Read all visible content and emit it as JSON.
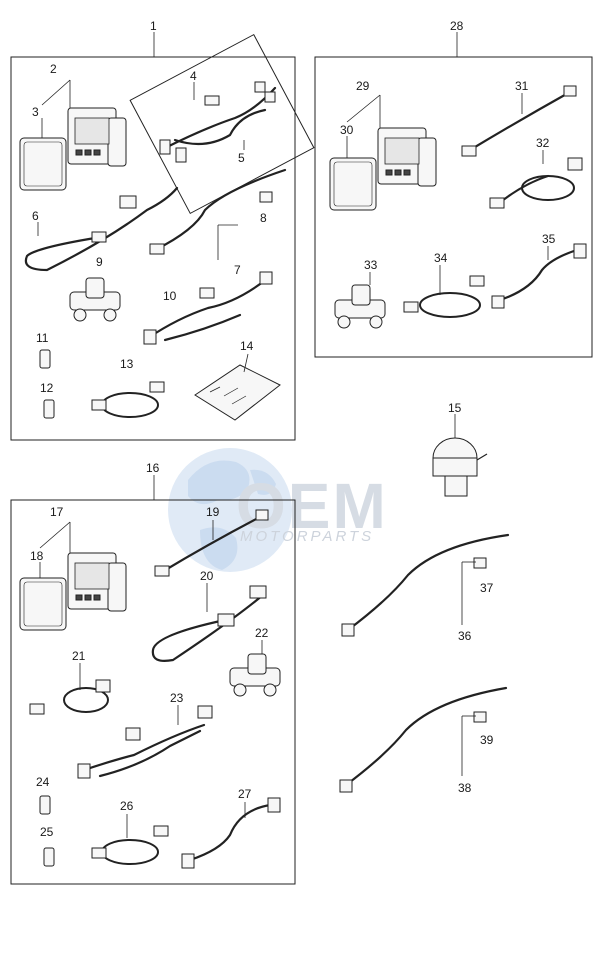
{
  "diagram": {
    "watermark": {
      "brand": "OEM",
      "sub": "MOTORPARTS",
      "globe_color": "#cfe0f4"
    },
    "callouts": {
      "c1": "1",
      "c2": "2",
      "c3": "3",
      "c4": "4",
      "c5": "5",
      "c6": "6",
      "c7": "7",
      "c8": "8",
      "c9": "9",
      "c10": "10",
      "c11": "11",
      "c12": "12",
      "c13": "13",
      "c14": "14",
      "c15": "15",
      "c16": "16",
      "c17": "17",
      "c18": "18",
      "c19": "19",
      "c20": "20",
      "c21": "21",
      "c22": "22",
      "c23": "23",
      "c24": "24",
      "c25": "25",
      "c26": "26",
      "c27": "27",
      "c28": "28",
      "c29": "29",
      "c30": "30",
      "c31": "31",
      "c32": "32",
      "c33": "33",
      "c34": "34",
      "c35": "35",
      "c36": "36",
      "c37": "37",
      "c38": "38",
      "c39": "39"
    },
    "colors": {
      "line": "#222222",
      "background": "#ffffff"
    }
  }
}
